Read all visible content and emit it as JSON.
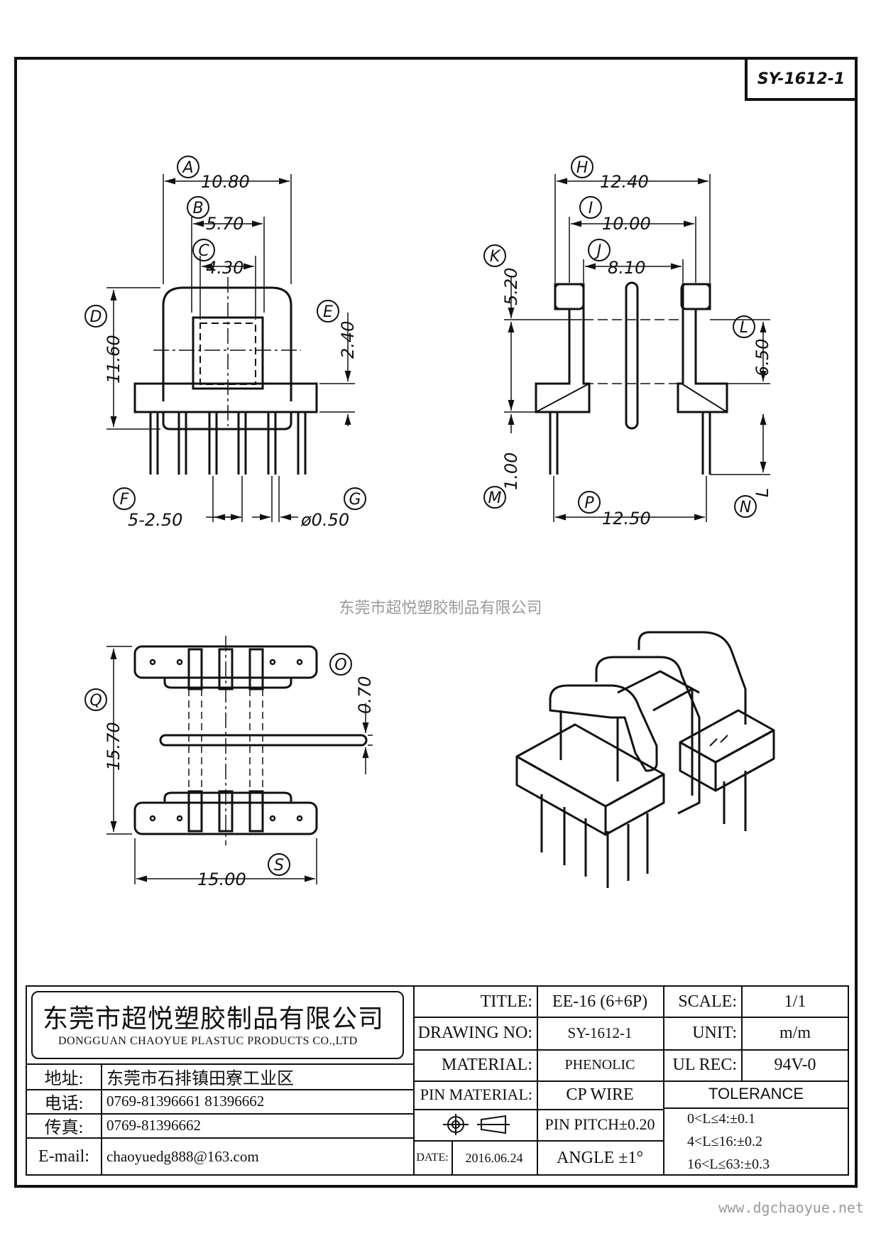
{
  "drawing_code": "SY-1612-1",
  "watermark": "东莞市超悦塑胶制品有限公司",
  "website": "www.dgchaoyue.net",
  "dimensions": {
    "A": {
      "letter": "A",
      "value": "10.80"
    },
    "B": {
      "letter": "B",
      "value": "5.70"
    },
    "C": {
      "letter": "C",
      "value": "4.30"
    },
    "D": {
      "letter": "D",
      "value": "11.60"
    },
    "E": {
      "letter": "E",
      "value": "2.40"
    },
    "F": {
      "letter": "F",
      "value": "5-2.50"
    },
    "G": {
      "letter": "G",
      "value": "ø0.50"
    },
    "H": {
      "letter": "H",
      "value": "12.40"
    },
    "I": {
      "letter": "I",
      "value": "10.00"
    },
    "J": {
      "letter": "J",
      "value": "8.10"
    },
    "K": {
      "letter": "K",
      "value": "5.20"
    },
    "L": {
      "letter": "L",
      "value": "6.50"
    },
    "M": {
      "letter": "M",
      "value": "1.00"
    },
    "N": {
      "letter": "N",
      "value": "L"
    },
    "O": {
      "letter": "O",
      "value": "0.70"
    },
    "P": {
      "letter": "P",
      "value": "12.50"
    },
    "Q": {
      "letter": "Q",
      "value": "15.70"
    },
    "S": {
      "letter": "S",
      "value": "15.00"
    }
  },
  "title_block": {
    "company_cn": "东莞市超悦塑胶制品有限公司",
    "company_en": "DONGGUAN CHAOYUE PLASTUC PRODUCTS CO.,LTD",
    "address_label": "地址:",
    "address": "东莞市石排镇田寮工业区",
    "phone_label": "电话:",
    "phone": "0769-81396661  81396662",
    "fax_label": "传真:",
    "fax": "0769-81396662",
    "email_label": "E-mail:",
    "email": "chaoyuedg888@163.com",
    "title_label": "TITLE:",
    "title": "EE-16 (6+6P)",
    "drawing_no_label": "DRAWING NO:",
    "drawing_no": "SY-1612-1",
    "material_label": "MATERIAL:",
    "material": "PHENOLIC",
    "pin_material_label": "PIN MATERIAL:",
    "pin_material": "CP WIRE",
    "pin_pitch": "PIN PITCH±0.20",
    "angle": "ANGLE  ±1°",
    "date_label": "DATE:",
    "date": "2016.06.24",
    "scale_label": "SCALE:",
    "scale": "1/1",
    "unit_label": "UNIT:",
    "unit": "m/m",
    "ul_rec_label": "UL REC:",
    "ul_rec": "94V-0",
    "tolerance_label": "TOLERANCE",
    "tolerances": [
      "0<L≤4:±0.1",
      "4<L≤16:±0.2",
      "16<L≤63:±0.3"
    ]
  }
}
